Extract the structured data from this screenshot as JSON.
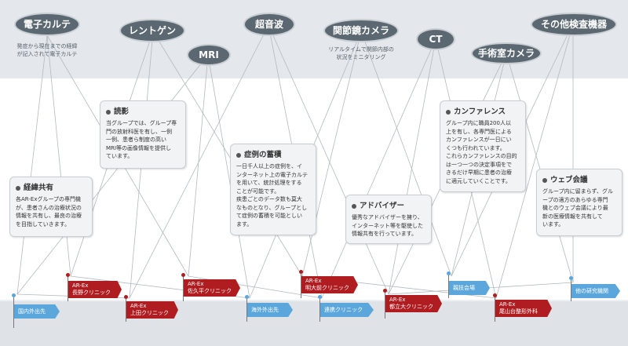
{
  "devices": {
    "ehr": {
      "label": "電子カルテ",
      "desc": [
        "発症から現在までの経緯",
        "が記入されて電子カルテ"
      ]
    },
    "xray": {
      "label": "レントゲン"
    },
    "mri": {
      "label": "MRI"
    },
    "ultrasound": {
      "label": "超音波"
    },
    "arthroscope": {
      "label": "関節鏡カメラ",
      "desc": [
        "リアルタイムで関節内部の",
        "状況をミニタリング"
      ]
    },
    "ct": {
      "label": "CT"
    },
    "or_camera": {
      "label": "手術室カメラ"
    },
    "other": {
      "label": "その他検査機器"
    }
  },
  "boxes": {
    "imaging": {
      "title": "読影",
      "body": [
        "当グループでは、グループ専",
        "門の放射科医を有し、一例",
        "一例、患者ら制度の高い",
        "MRI等の画像情報を提供し",
        "ています。"
      ]
    },
    "cases": {
      "title": "症例の蓄積",
      "body": [
        "一日千人以上の症例を、イ",
        "ンターネット上の電子カルテ",
        "を用いて、統計処理をする",
        "ことが可能です。",
        "疾患ごとのデータ数も莫大",
        "なものとなり、グループとし",
        "て症例の蓄積を可能としい",
        "ます。"
      ]
    },
    "history": {
      "title": "経緯共有",
      "body": [
        "各AR-Exグループの専門機",
        "が、患者さんの治療状況の",
        "情報を共有し、最良の治療",
        "を目指していきます。"
      ]
    },
    "advisor": {
      "title": "アドバイザー",
      "body": [
        "優秀なアドバイザーを擁り、",
        "インターネット等を駆使した",
        "情報共有を行っています。"
      ]
    },
    "conference": {
      "title": "カンファレンス",
      "body": [
        "グループ内に職員200人以",
        "上を有し、各専門医による",
        "カンファレンスが一日にい",
        "くつも行われています。",
        "これらカンファレンスの目的",
        "は一つ一つの決定事項をで",
        "きるだけ早期に患者の治療",
        "に適元していくことです。"
      ]
    },
    "webconf": {
      "title": "ウェブ会議",
      "body": [
        "グループ内に留まらず、グル",
        "ープの適方のあらゆる専門",
        "機とのウェブ会議により最",
        "新の医療情報を共有して",
        "います。"
      ]
    }
  },
  "flags": {
    "domestic": {
      "text": [
        "国内外出先"
      ]
    },
    "nagano": {
      "text": [
        "AR-Ex",
        "長野クリニック"
      ]
    },
    "ueda": {
      "text": [
        "AR-Ex",
        "上田クリニック"
      ]
    },
    "saku": {
      "text": [
        "AR-Ex",
        "佐久平クリニック"
      ]
    },
    "overseas": {
      "text": [
        "海外外出先"
      ]
    },
    "meidai": {
      "text": [
        "AR-Ex",
        "明大前クリニック"
      ]
    },
    "partner": {
      "text": [
        "連携クリニック"
      ]
    },
    "toritsu": {
      "text": [
        "AR-Ex",
        "都立大クリニック"
      ]
    },
    "conference_hall": {
      "text": [
        "親技会場"
      ]
    },
    "oyamadai": {
      "text": [
        "AR-Ex",
        "尾山台整形外科"
      ]
    },
    "research": {
      "text": [
        "他の研究機関"
      ]
    }
  },
  "colors": {
    "bubble": "#5b6872",
    "red_flag": "#b01d21",
    "blue_flag": "#5ba7dc",
    "band": "#e4e8ec"
  }
}
